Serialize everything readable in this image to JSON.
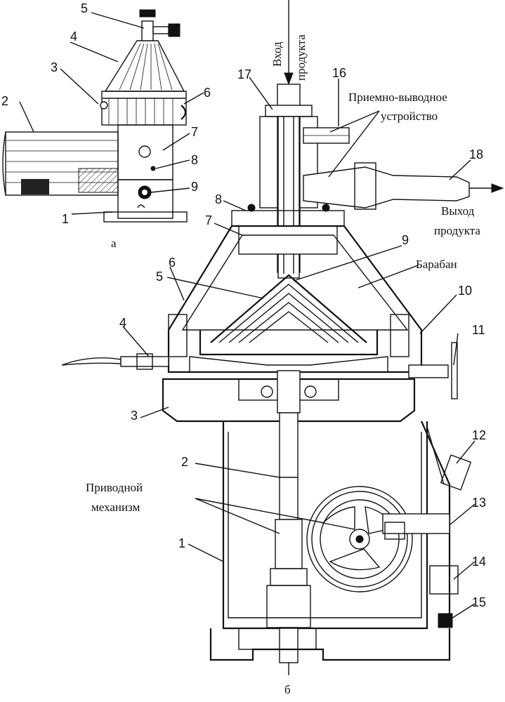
{
  "view_a": {
    "caption": "а",
    "callouts": [
      "1",
      "2",
      "3",
      "4",
      "5",
      "6",
      "7",
      "8",
      "9"
    ]
  },
  "view_b": {
    "caption": "б",
    "callouts": [
      "1",
      "2",
      "3",
      "4",
      "5",
      "6",
      "7",
      "8",
      "9",
      "10",
      "11",
      "12",
      "13",
      "14",
      "15",
      "16",
      "17",
      "18"
    ],
    "labels": {
      "inlet_line1": "Вход",
      "inlet_line2": "продукта",
      "receiving_device_line1": "Приемно-выводное",
      "receiving_device_line2": "устройство",
      "outlet_line1": "Выход",
      "outlet_line2": "продукта",
      "drum": "Барабан",
      "drive_line1": "Приводной",
      "drive_line2": "механизм"
    }
  }
}
